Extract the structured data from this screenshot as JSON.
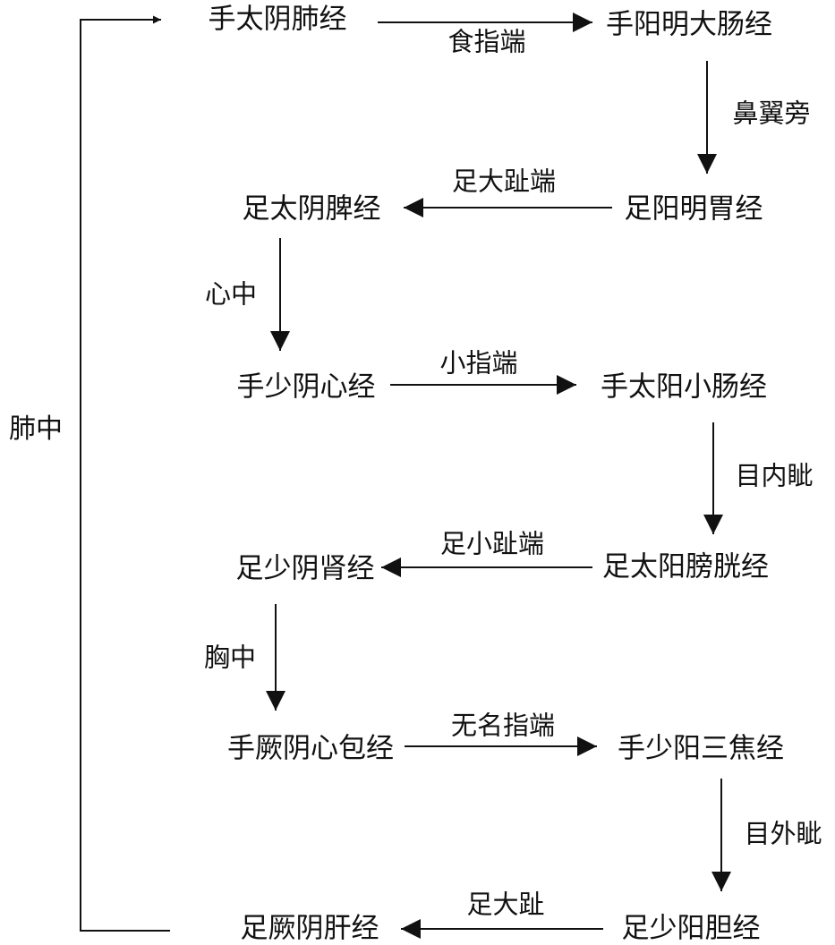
{
  "meridians": {
    "lung": "手太阴肺经",
    "large_intestine": "手阳明大肠经",
    "stomach": "足阳明胃经",
    "spleen": "足太阴脾经",
    "heart": "手少阴心经",
    "small_intestine": "手太阳小肠经",
    "bladder": "足太阳膀胱经",
    "kidney": "足少阴肾经",
    "pericardium": "手厥阴心包经",
    "triple_burner": "手少阳三焦经",
    "gallbladder": "足少阳胆经",
    "liver": "足厥阴肝经"
  },
  "connections": {
    "lung_to_large_intestine": "食指端",
    "large_intestine_to_stomach": "鼻翼旁",
    "stomach_to_spleen": "足大趾端",
    "spleen_to_heart": "心中",
    "heart_to_small_intestine": "小指端",
    "small_intestine_to_bladder": "目内眦",
    "bladder_to_kidney": "足小趾端",
    "kidney_to_pericardium": "胸中",
    "pericardium_to_triple_burner": "无名指端",
    "triple_burner_to_gallbladder": "目外眦",
    "gallbladder_to_liver": "足大趾",
    "liver_to_lung": "肺中"
  }
}
